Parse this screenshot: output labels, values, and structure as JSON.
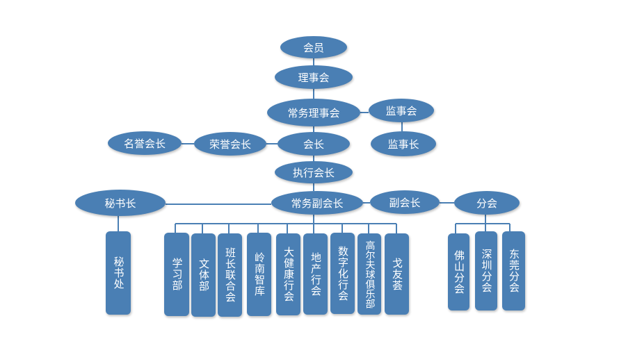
{
  "colors": {
    "node": "#4a7fb4",
    "line": "#4a7fb4",
    "text": "#ffffff"
  },
  "nodes": {
    "members": "会员",
    "council": "理事会",
    "standing_council": "常务理事会",
    "supervisory_board": "监事会",
    "chief_supervisor": "监事长",
    "president": "会长",
    "honorary_president": "荣誉会长",
    "emeritus_president": "名誉会长",
    "executive_president": "执行会长",
    "standing_vice_president": "常务副会长",
    "secretary_general": "秘书长",
    "vice_president": "副会长",
    "branches": "分会"
  },
  "secretariat": "秘书处",
  "departments": [
    "学习部",
    "文体部",
    "班长联合会",
    "岭南智库",
    "大健康行会",
    "地产行会",
    "数字化行会",
    "高尔夫球俱乐部",
    "戈友荟"
  ],
  "branch_list": [
    "佛山分会",
    "深圳分会",
    "东莞分会"
  ]
}
